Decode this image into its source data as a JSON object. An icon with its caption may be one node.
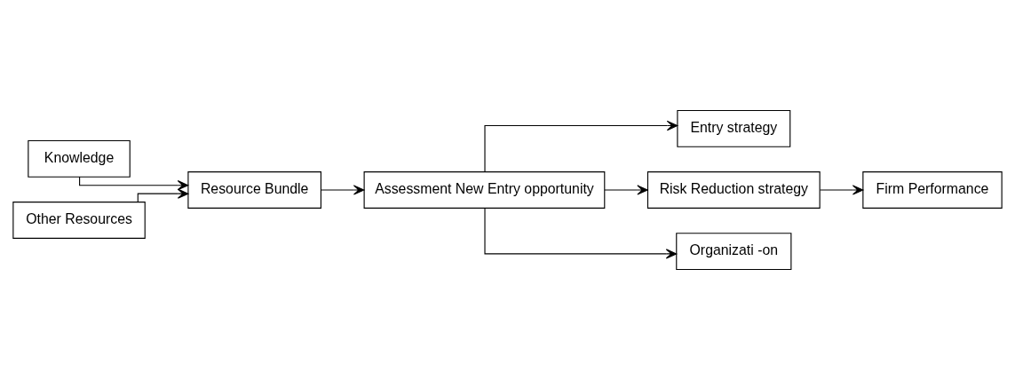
{
  "diagram": {
    "nodes": [
      {
        "text": [
          "Knowledge"
        ]
      },
      {
        "text": [
          "Other Resources"
        ]
      },
      {
        "text": [
          "Resource Bundle"
        ]
      },
      {
        "text": [
          "Assessment New Entry opportunity"
        ]
      },
      {
        "text": [
          "Entry strategy"
        ]
      },
      {
        "text": [
          "Risk Reduction strategy"
        ]
      },
      {
        "text": [
          "Organizati -on"
        ]
      },
      {
        "text": [
          "Firm Performance"
        ]
      }
    ],
    "edges": [
      {
        "from": 0,
        "to": 2,
        "arrow": "to"
      },
      {
        "from": 1,
        "to": 2,
        "arrow": "to"
      },
      {
        "from": 2,
        "to": 3,
        "arrow": "to"
      },
      {
        "from": 3,
        "to": 4,
        "arrow": "to"
      },
      {
        "from": 3,
        "to": 5,
        "arrow": "to"
      },
      {
        "from": 3,
        "to": 6,
        "arrow": "to"
      },
      {
        "from": 5,
        "to": 7,
        "arrow": "to"
      }
    ]
  }
}
